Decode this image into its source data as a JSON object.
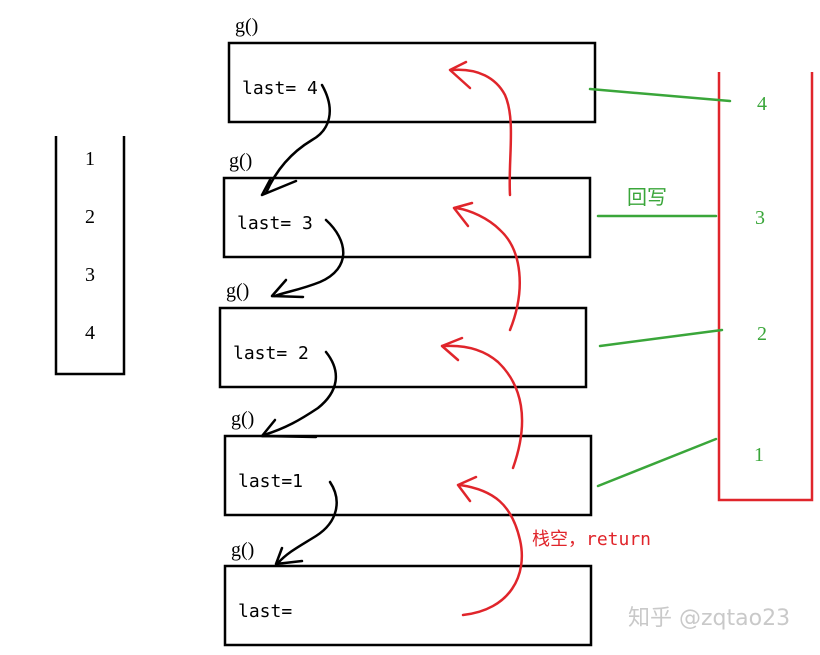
{
  "left_stack": {
    "items": [
      "1",
      "2",
      "3",
      "4"
    ]
  },
  "frames": [
    {
      "func": "g()",
      "last": "last= 4"
    },
    {
      "func": "g()",
      "last": "last= 3"
    },
    {
      "func": "g()",
      "last": "last= 2"
    },
    {
      "func": "g()",
      "last": "last=1"
    },
    {
      "func": "g()",
      "last": "last="
    }
  ],
  "right_stack": {
    "items": [
      "4",
      "3",
      "2",
      "1"
    ]
  },
  "labels": {
    "writeback": "回写",
    "empty_return": "栈空，return",
    "watermark": "知乎 @zqtao23"
  },
  "colors": {
    "red": "#e0252b",
    "green": "#3aa63a",
    "black": "#000000"
  }
}
